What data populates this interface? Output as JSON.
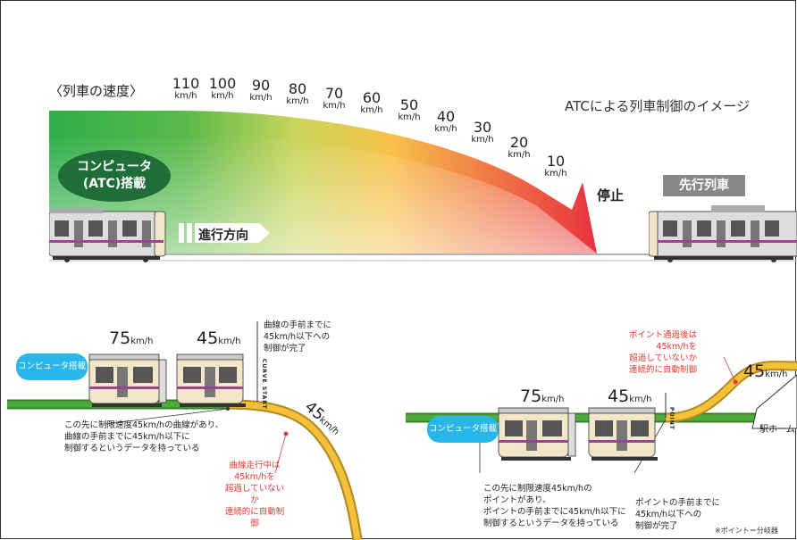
{
  "top": {
    "speed_label": "〈列車の速度〉",
    "title": "ATCによる列車制御のイメージ",
    "computer_line1": "コンピュータ",
    "computer_line2": "(ATC)搭載",
    "direction": "進行方向",
    "stop": "停止",
    "preceding_train": "先行列車",
    "unit": "km/h",
    "speeds": [
      "110",
      "100",
      "90",
      "80",
      "70",
      "60",
      "50",
      "40",
      "30",
      "20",
      "10"
    ]
  },
  "left": {
    "bubble": "コンピュータ搭載",
    "speed_a": "75",
    "speed_b": "45",
    "speed_c": "45",
    "unit": "km/h",
    "curve_start": "CURVE START",
    "note_top": [
      "曲線の手前までに",
      "45km/h以下への",
      "制御が完了"
    ],
    "note_data": [
      "この先に制限速度45km/hの曲線があり、",
      "曲線の手前までに45km/h以下に",
      "制御するというデータを持っている"
    ],
    "note_red": [
      "曲線走行中は",
      "45km/hを",
      "超過していないか",
      "連続的に自動制御"
    ]
  },
  "right": {
    "bubble": "コンピュータ搭載",
    "speed_a": "75",
    "speed_b": "45",
    "speed_c": "45",
    "unit": "km/h",
    "point": "POINT",
    "platform": "駅ホーム",
    "note_red": [
      "ポイント通過後は",
      "45km/hを",
      "超過していないか",
      "連続的に自動制御"
    ],
    "note_data": [
      "この先に制限速度45km/hの",
      "ポイントがあり、",
      "ポイントの手前までに45km/h以下に",
      "制御するというデータを持っている"
    ],
    "note_point": [
      "ポイントの手前までに",
      "45km/h以下への",
      "制御が完了"
    ],
    "footnote": "※ポイント＝分岐器"
  }
}
